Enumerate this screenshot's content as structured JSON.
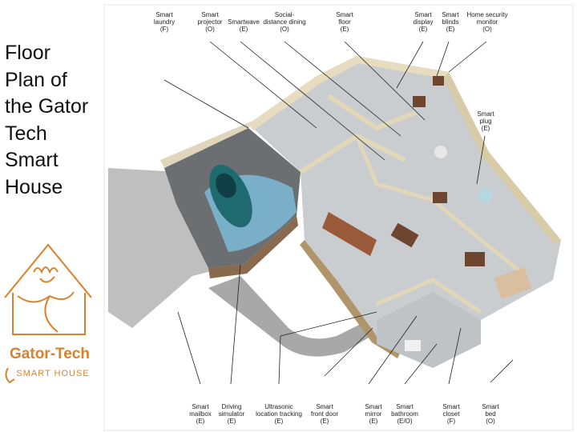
{
  "title": "Floor\nPlan of\nthe Gator\nTech\nSmart\nHouse",
  "logo": {
    "line1": "Gator-Tech",
    "line2": "SMART HOUSE",
    "color": "#d9822b"
  },
  "labels_top": [
    {
      "text": [
        "Smart",
        "laundry",
        "(F)"
      ]
    },
    {
      "text": [
        "Smart",
        "projector",
        "(O)"
      ]
    },
    {
      "text": [
        "",
        "Smartwave",
        "(E)"
      ]
    },
    {
      "text": [
        "Social-",
        "distance dining",
        "(O)"
      ]
    },
    {
      "text": [
        "Smart",
        "floor",
        "(E)"
      ]
    },
    {
      "text": [
        "Smart",
        "display",
        "(E)"
      ]
    },
    {
      "text": [
        "Smart",
        "blinds",
        "(E)"
      ]
    },
    {
      "text": [
        "Home security",
        "monitor",
        "(O)"
      ]
    }
  ],
  "labels_side": [
    {
      "text": [
        "Smart",
        "plug",
        "(E)"
      ]
    }
  ],
  "labels_bottom": [
    {
      "text": [
        "Smart",
        "mailbox",
        "(E)"
      ]
    },
    {
      "text": [
        "Driving",
        "simulator",
        "(E)"
      ]
    },
    {
      "text": [
        "Ultrasonic",
        "location tracking",
        "(E)"
      ]
    },
    {
      "text": [
        "Smart",
        "front door",
        "(E)"
      ]
    },
    {
      "text": [
        "Smart",
        "mirror",
        "(E)"
      ]
    },
    {
      "text": [
        "Smart",
        "bathroom",
        "(E/O)"
      ]
    },
    {
      "text": [
        "Smart",
        "closet",
        "(F)"
      ]
    },
    {
      "text": [
        "Smart",
        "bed",
        "(O)"
      ]
    }
  ]
}
